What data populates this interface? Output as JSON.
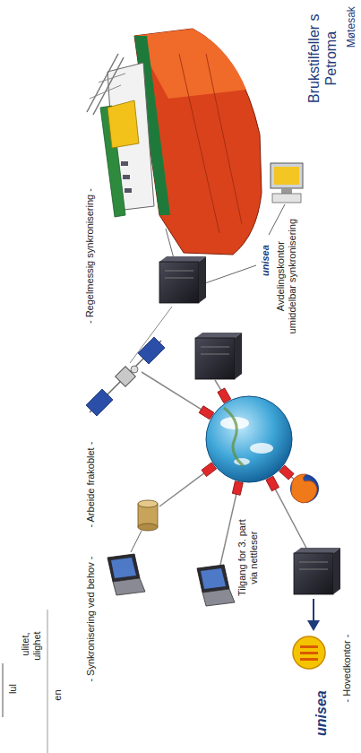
{
  "diagram": {
    "title": "Brukstilfeller s Petroma",
    "labels": [
      "Møtesak",
      "lul",
      "ulitet,",
      "ulighet",
      "en",
      "- Regelmessig synkronisering -",
      "- Arbeide frakoblet -",
      "- Synkronisering ved behov -",
      "Tilgang for 3. part via nettleser",
      "unisea",
      "Avdelingskontor umiddelbar synkronisering",
      "unisea",
      "- Hovedkontor -"
    ]
  }
}
